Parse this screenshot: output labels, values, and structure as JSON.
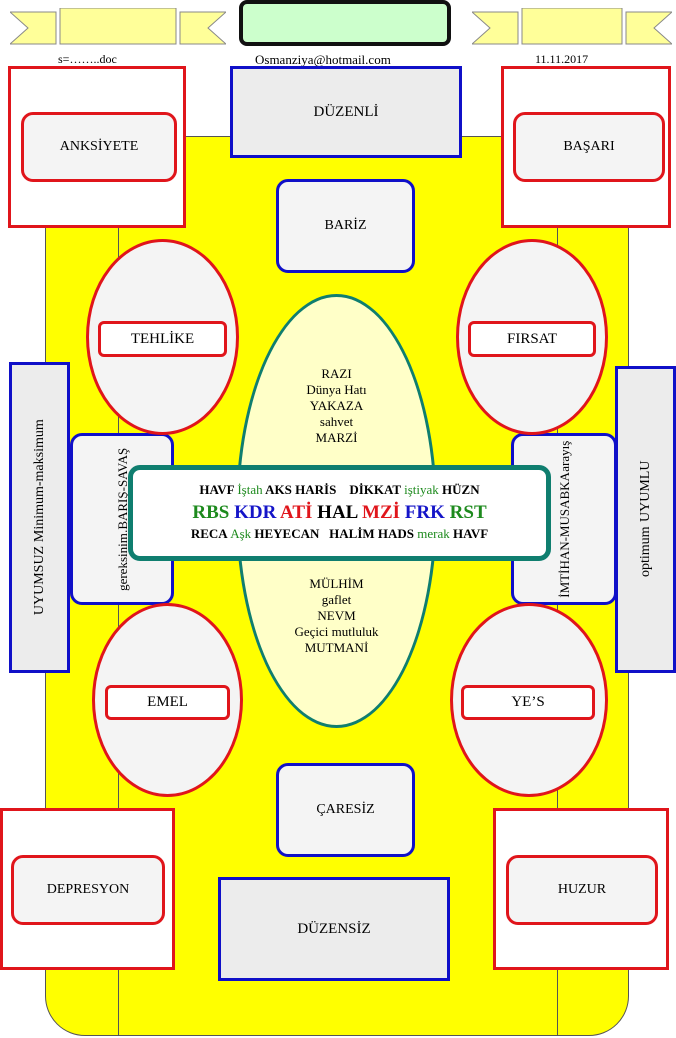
{
  "header": {
    "file": "s=……..doc",
    "email": "Osmanziya@hotmail.com",
    "date": "11.11.2017"
  },
  "top": {
    "label": "DÜZENLİ"
  },
  "bottom": {
    "label": "DÜZENSİZ"
  },
  "corners": {
    "top_left": "ANKSİYETE",
    "top_right": "BAŞARI",
    "bottom_left": "DEPRESYON",
    "bottom_right": "HUZUR"
  },
  "inner": {
    "top": "BARİZ",
    "bottom": "ÇARESİZ"
  },
  "circles": {
    "top_left": "TEHLİKE",
    "top_right": "FIRSAT",
    "bottom_left": "EMEL",
    "bottom_right": "YE’S"
  },
  "side_left": {
    "outer_line1": "UYUMSUZ",
    "outer_line2": "Minimum-maksimum",
    "inner_line1": "gereksinim",
    "inner_line2": ".BARIŞ-SAVAŞ"
  },
  "side_right": {
    "outer_line1": "optimum",
    "outer_line2": "UYUMLU",
    "inner_line1": "İMTİHAN-MUSABKA",
    "inner_line2": "arayış"
  },
  "ellipse_top": [
    "RAZI",
    "Dünya Hatı",
    "YAKAZA",
    "sahvet",
    "MARZİ"
  ],
  "ellipse_bottom": [
    "MÜLHİM",
    "gaflet",
    "NEVM",
    "Geçici mutluluk",
    "MUTMANİ"
  ],
  "center": {
    "row1": [
      "HAVF",
      "İştah",
      "AKS",
      "HARİS",
      "DİKKAT",
      "iştiyak",
      "HÜZN"
    ],
    "row2": [
      "RBS",
      "KDR",
      "ATİ",
      "HAL",
      "MZİ",
      "FRK",
      "RST"
    ],
    "row3": [
      "RECA",
      "Aşk",
      "HEYECAN",
      "HALİM",
      "HADS",
      "merak",
      "HAVF"
    ]
  },
  "colors": {
    "yellow": "#ffff00",
    "red": "#e0151b",
    "blue": "#1010c8",
    "teal": "#0f7e6f",
    "green": "#1d8a1d",
    "banner_green": "#ccffcc"
  }
}
